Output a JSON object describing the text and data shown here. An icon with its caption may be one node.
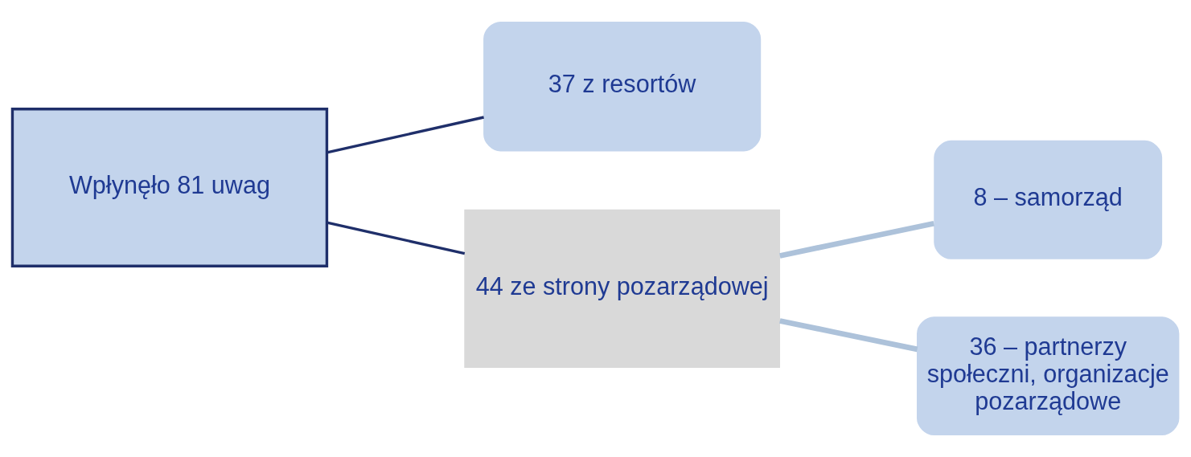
{
  "diagram": {
    "nodes": [
      {
        "text": [
          "Wpłynęło 81 uwag"
        ]
      },
      {
        "text": [
          "37 z resortów"
        ]
      },
      {
        "text": [
          "44 ze strony pozarządowej"
        ]
      },
      {
        "text": [
          "8 – samorząd"
        ]
      },
      {
        "text": [
          "36 – partnerzy społeczni, organizacje pozarządowe"
        ]
      }
    ],
    "edges": [
      {
        "from": 0,
        "to": 1,
        "arrow": "none"
      },
      {
        "from": 0,
        "to": 2,
        "arrow": "none"
      },
      {
        "from": 2,
        "to": 3,
        "arrow": "none",
        "style": "thick",
        "color": "#adc2da"
      },
      {
        "from": 2,
        "to": 4,
        "arrow": "none",
        "style": "thick",
        "color": "#adc2da"
      }
    ]
  }
}
